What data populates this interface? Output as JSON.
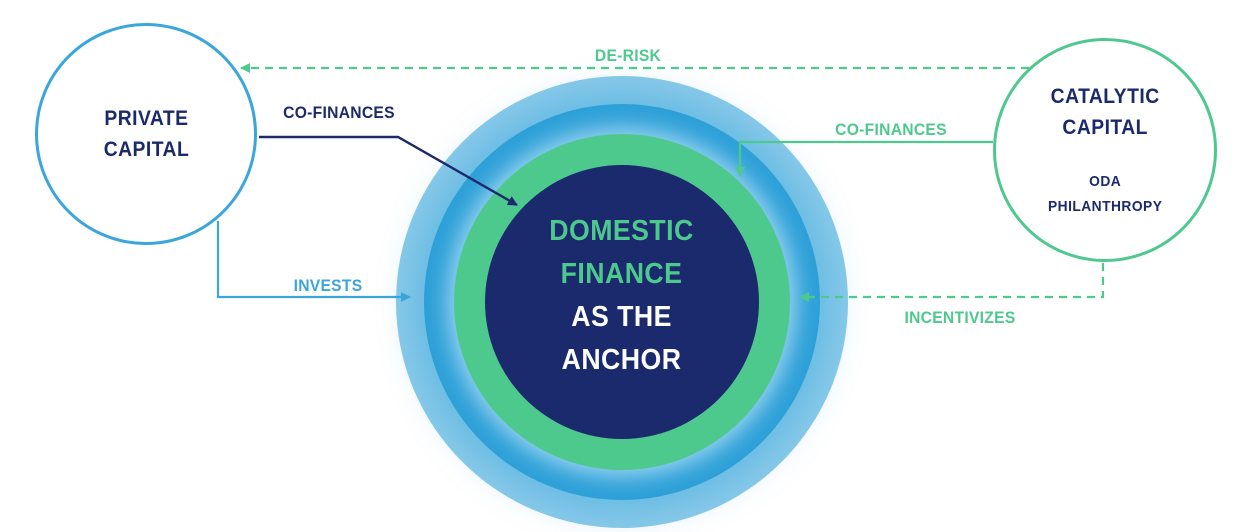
{
  "diagram": {
    "colors": {
      "navy": "#1b2a6b",
      "blue": "#3aa6dc",
      "green": "#4ec98e",
      "ring_blue": "#2da0d8",
      "ring_green": "#4ec98e",
      "core_navy": "#1b2a6c",
      "background": "#ffffff"
    },
    "left_node": {
      "line1": "PRIVATE",
      "line2": "CAPITAL"
    },
    "right_node": {
      "line1": "CATALYTIC",
      "line2": "CAPITAL",
      "sub1": "ODA",
      "sub2": "PHILANTHROPY"
    },
    "center_node": {
      "line1": "DOMESTIC",
      "line2": "FINANCE",
      "line3": "AS THE",
      "line4": "ANCHOR"
    },
    "arrows": {
      "de_risk": {
        "label": "DE-RISK",
        "style": "dashed",
        "from": "catalytic-capital",
        "to": "private-capital"
      },
      "co_finances_private": {
        "label": "CO-FINANCES",
        "style": "solid",
        "from": "private-capital",
        "to": "domestic-finance"
      },
      "invests": {
        "label": "INVESTS",
        "style": "solid",
        "from": "private-capital",
        "to": "domestic-finance"
      },
      "co_finances_catalytic": {
        "label": "CO-FINANCES",
        "style": "solid",
        "from": "catalytic-capital",
        "to": "domestic-finance"
      },
      "incentivizes": {
        "label": "INCENTIVIZES",
        "style": "dashed",
        "from": "catalytic-capital",
        "to": "domestic-finance"
      }
    }
  }
}
